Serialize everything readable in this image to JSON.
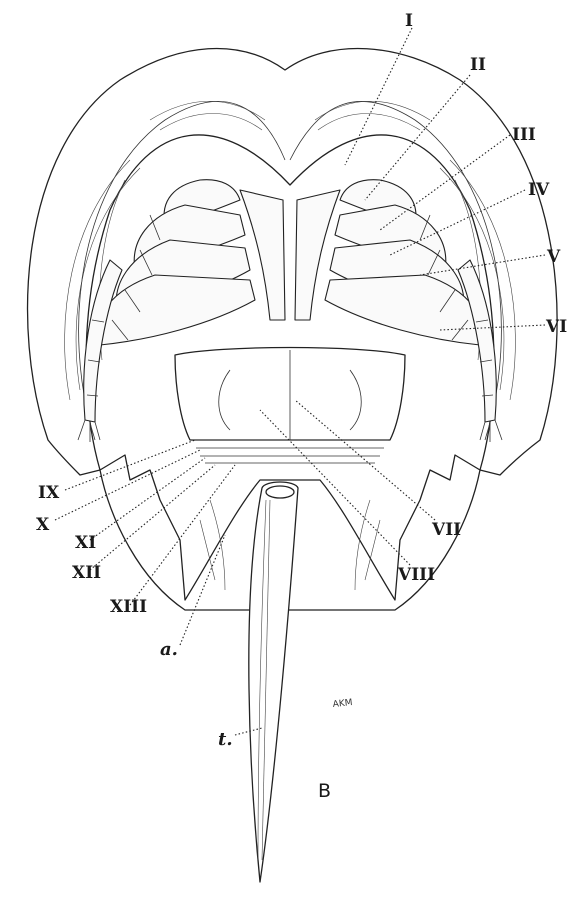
{
  "figure": {
    "letter": "B",
    "signature": "AKM",
    "labels": {
      "I": "I",
      "II": "II",
      "III": "III",
      "IV": "IV",
      "V": "V",
      "VI": "VI",
      "VII": "VII",
      "VIII": "VIII",
      "IX": "IX",
      "X": "X",
      "XI": "XI",
      "XII": "XII",
      "XIII": "XIII",
      "a": "a.",
      "t": "t."
    }
  }
}
